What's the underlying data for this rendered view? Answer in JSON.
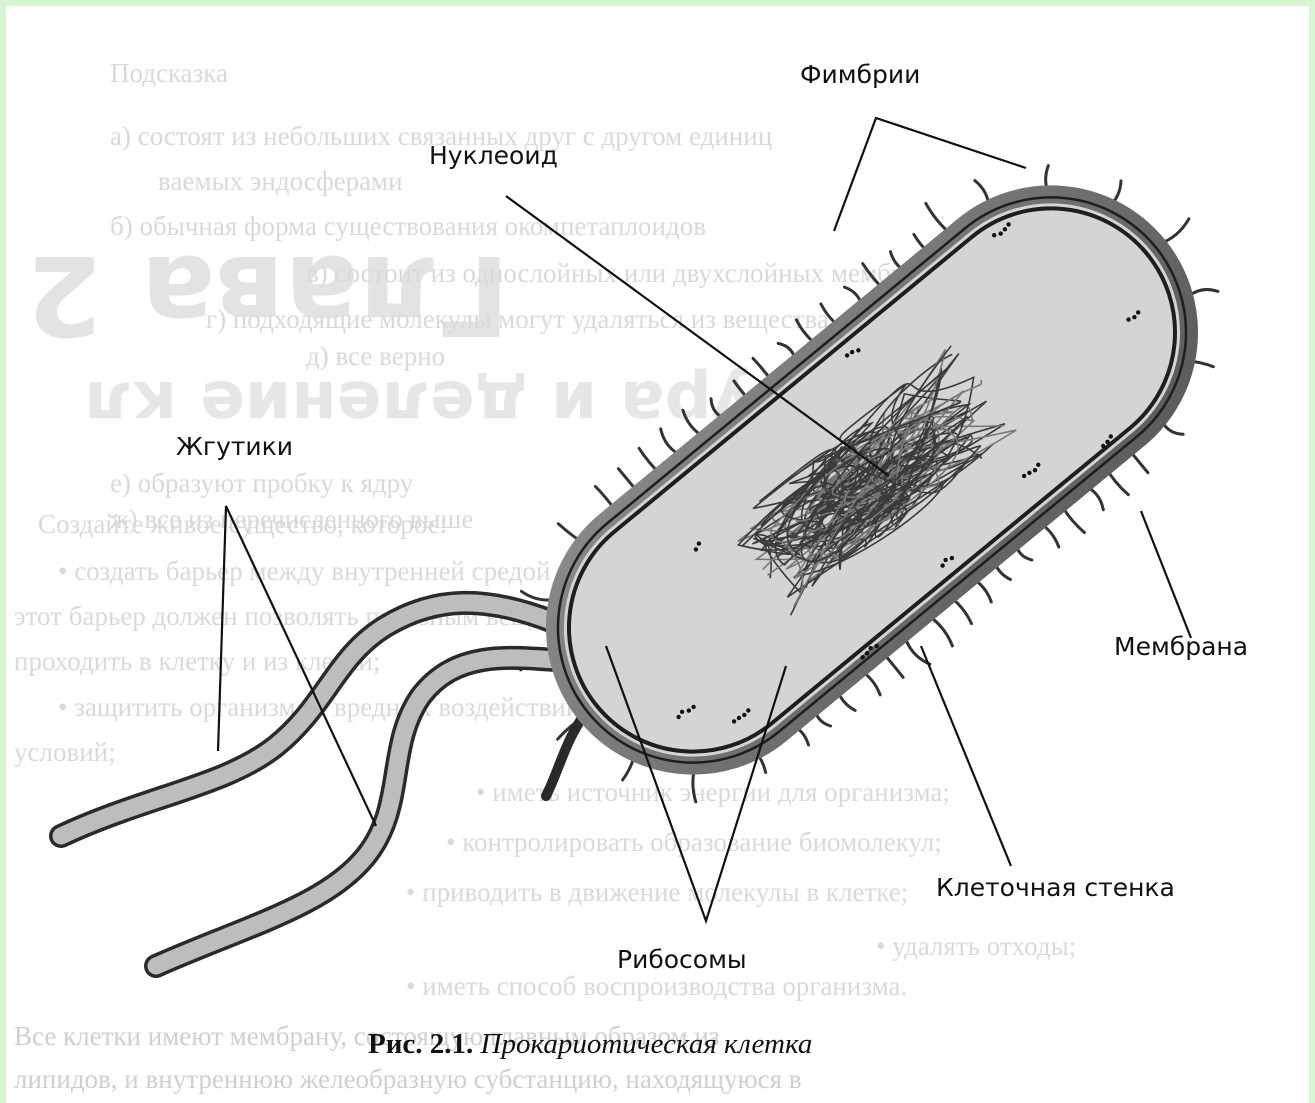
{
  "diagram": {
    "labels": {
      "fimbriae": "Фимбрии",
      "nucleoid": "Нуклеоид",
      "flagella": "Жгутики",
      "membrane": "Мембрана",
      "cell_wall": "Клеточная стенка",
      "ribosomes": "Рибосомы"
    },
    "caption": {
      "number": "Рис. 2.1.",
      "title": "Прокариотическая клетка"
    }
  },
  "background_text": {
    "heading_1": "Глава 2",
    "heading_2": "Структура и деление кл",
    "lines": [
      "Подсказка",
      "а) состоят из небольших связанных друг с другом единиц",
      "ваемых эндосферами",
      "б) обычная форма существования окомпетаплоидов",
      "в) состоит из однослойных или двухслойных мембран",
      "г) подходящие молекулы могут удаляться из вещества",
      "д) все верно",
      "е) образуют пробку к ядру",
      "ж) все из перечисленного выше",
      "Создайте живое существо, которое:",
      "• создать барьер между внутренней средой и окружающей",
      "этот барьер должен позволять полезным веществам",
      "проходить в клетку и из клетки;",
      "• защитить организм от вредных воздействий внешних",
      "условий;",
      "• иметь источник энергии для организма;",
      "• контролировать образование биомолекул;",
      "• приводить в движение молекулы в клетке;",
      "• удалять отходы;",
      "• иметь способ воспроизводства организма.",
      "Все клетки имеют мембрану, состоящую главным образом из",
      "липидов, и внутреннюю желеобразную субстанцию, находящуюся в"
    ]
  }
}
